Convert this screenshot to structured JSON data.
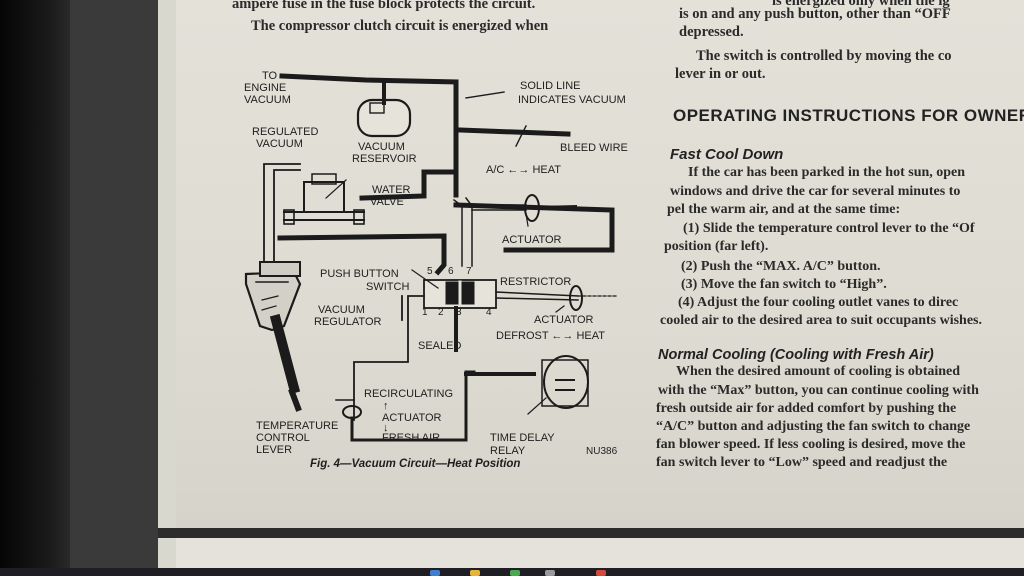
{
  "top_left_text": [
    "ampere fuse in the fuse block protects the circuit.",
    "The compressor clutch circuit is energized when"
  ],
  "top_right_text": [
    "is energized only when the ig",
    "is on and any push button, other than “OFF",
    "depressed.",
    "The switch is controlled by moving the co",
    "lever in or out."
  ],
  "section_heading": "OPERATING INSTRUCTIONS FOR OWNERS",
  "fast_cool": {
    "heading": "Fast Cool Down",
    "lines": [
      "If the car has been parked in the hot sun, open",
      "windows and drive the car for several minutes to",
      "pel the warm air, and at the same time:",
      "(1) Slide the temperature control lever to the “Of",
      "position (far left).",
      "(2) Push the “MAX. A/C” button.",
      "(3) Move the fan switch to “High”.",
      "(4) Adjust the four cooling outlet vanes to direc",
      "cooled air to the desired area to suit occupants wishes."
    ]
  },
  "normal_cooling": {
    "heading": "Normal Cooling (Cooling with Fresh Air)",
    "lines": [
      "When the desired amount of cooling is obtained",
      "with the “Max” button, you can continue cooling with",
      "fresh outside air for added comfort by pushing the",
      "“A/C” button and adjusting the fan switch to change",
      "fan blower speed. If less cooling is desired, move the",
      "fan switch lever to “Low” speed and readjust the"
    ]
  },
  "diagram": {
    "labels": {
      "to_engine": [
        "TO",
        "ENGINE",
        "VACUUM"
      ],
      "regulated": [
        "REGULATED",
        "VACUUM"
      ],
      "reservoir": [
        "VACUUM",
        "RESERVOIR"
      ],
      "solid_line": [
        "SOLID LINE",
        "INDICATES VACUUM"
      ],
      "bleed_wire": "BLEED WIRE",
      "ac_heat": "A/C ←→ HEAT",
      "water_valve": [
        "WATER",
        "VALVE"
      ],
      "actuator_top": "ACTUATOR",
      "push_button": [
        "PUSH BUTTON",
        "SWITCH"
      ],
      "restrictor": "RESTRICTOR",
      "vacuum_regulator": [
        "VACUUM",
        "REGULATOR"
      ],
      "actuator_mid": "ACTUATOR",
      "defrost_heat": "DEFROST ←→ HEAT",
      "sealed": "SEALED",
      "recirculating": "RECIRCULATING",
      "actuator_low": "ACTUATOR",
      "fresh_air": "FRESH AIR",
      "temp_lever": [
        "TEMPERATURE",
        "CONTROL",
        "LEVER"
      ],
      "time_delay": [
        "TIME DELAY",
        "RELAY"
      ],
      "code": "NU386"
    },
    "port_numbers": [
      "5",
      "6",
      "7",
      "1",
      "2",
      "3",
      "4"
    ],
    "caption": "Fig. 4—Vacuum Circuit—Heat Position"
  },
  "colors": {
    "paper": "#dedcd3",
    "ink": "#1e1e1e",
    "bezel": "#141414"
  }
}
